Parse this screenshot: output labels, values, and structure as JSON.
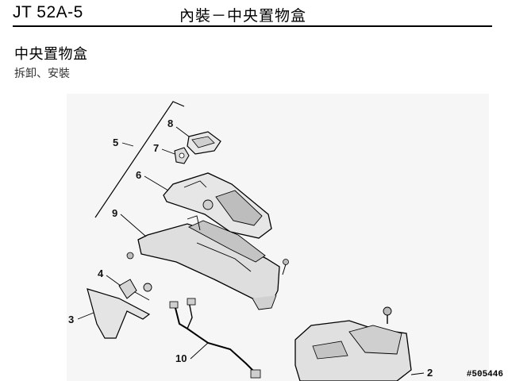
{
  "header": {
    "code": "JT 52A-5",
    "title": "內裝－中央置物盒"
  },
  "section": {
    "title": "中央置物盒",
    "subtitle": "拆卸、安裝"
  },
  "diagram": {
    "callouts": [
      "8",
      "7",
      "5",
      "6",
      "9",
      "4",
      "3",
      "10",
      "2"
    ],
    "figure_id": "#505446"
  }
}
